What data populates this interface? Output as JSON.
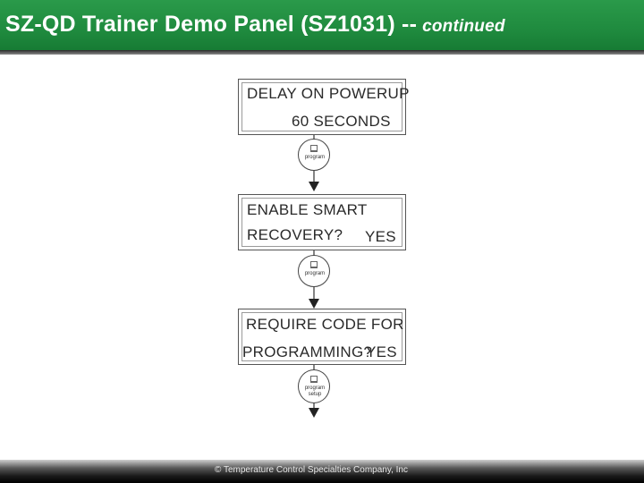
{
  "header": {
    "title": "SZ-QD Trainer Demo Panel (SZ1031) --",
    "title_suffix": "continued"
  },
  "steps": [
    {
      "line1": "DELAY ON POWERUP",
      "line2": "60 SECONDS",
      "button_label": "program",
      "button_label2": ""
    },
    {
      "line1": "ENABLE SMART",
      "line2": "RECOVERY?",
      "line2_value": "YES",
      "button_label": "program",
      "button_label2": ""
    },
    {
      "line1": "REQUIRE CODE FOR",
      "line2": "PROGRAMMING?",
      "line2_value": "YES",
      "button_label": "program",
      "button_label2": "setup"
    }
  ],
  "footer": {
    "copyright": "© Temperature Control Specialties Company, Inc"
  },
  "colors": {
    "title_bg": "#1f8a3e",
    "title_text": "#ffffff",
    "footer_bg": "#000000"
  }
}
